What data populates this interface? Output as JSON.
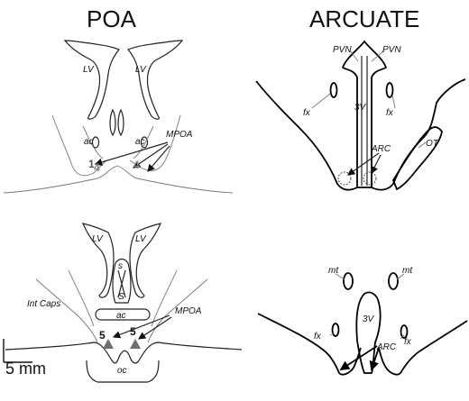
{
  "titles": {
    "poa": "POA",
    "arcuate": "ARCUATE"
  },
  "scale_bar": "5 mm",
  "panel_a": {
    "lv_left": "LV",
    "lv_right": "LV",
    "mpoa": "MPOA",
    "ac_left": "ac",
    "ac_right": "ac",
    "num1": "1",
    "num4a": "4",
    "num4b": "4"
  },
  "panel_b": {
    "pvn_left": "PVN",
    "pvn_right": "PVN",
    "v3": "3V",
    "fx_left": "fx",
    "fx_right": "fx",
    "arc": "ARC",
    "ot": "OT"
  },
  "panel_c": {
    "lv_left": "LV",
    "lv_right": "LV",
    "s_upper": "s",
    "s_lower": "S",
    "ac": "ac",
    "int_caps": "Int Caps",
    "mpoa": "MPOA",
    "num5a": "5",
    "num5b": "5",
    "oc": "oc"
  },
  "panel_d": {
    "mt_left": "mt",
    "mt_right": "mt",
    "v3": "3V",
    "fx_left": "fx",
    "fx_right": "fx",
    "arc": "ARC"
  },
  "colors": {
    "ink": "#111111",
    "marker": "#6e6e6e"
  }
}
